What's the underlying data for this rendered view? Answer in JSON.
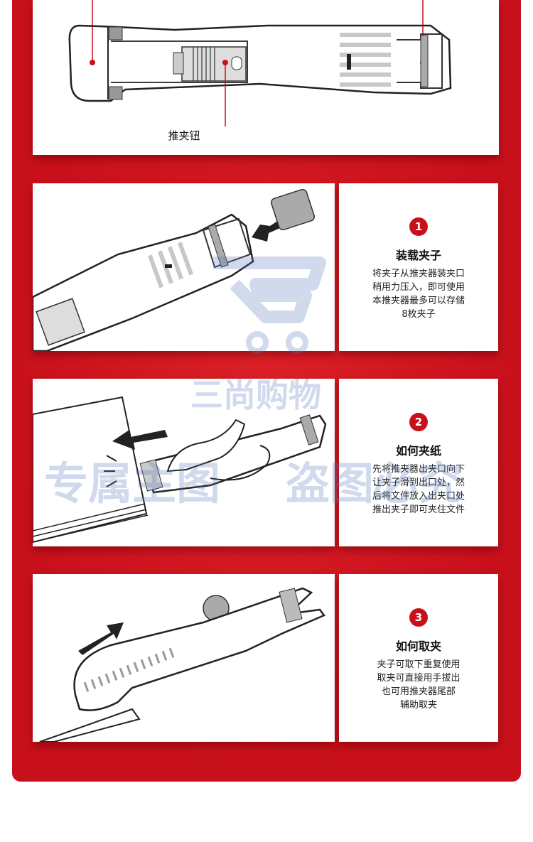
{
  "top_panel": {
    "button_label": "推夹钮"
  },
  "steps": [
    {
      "number": "1",
      "title": "装载夹子",
      "description": "将夹子从推夹器装夹口\n稍用力压入，即可使用\n本推夹器最多可以存储\n8枚夹子"
    },
    {
      "number": "2",
      "title": "如何夹纸",
      "description": "先将推夹器出夹口向下\n让夹子滑到出口处，然\n后将文件放入出夹口处\n推出夹子即可夹住文件"
    },
    {
      "number": "3",
      "title": "如何取夹",
      "description": "夹子可取下重复使用\n取夹可直接用手拔出\n也可用推夹器尾部\n辅助取夹"
    }
  ],
  "watermarks": {
    "brand": "三尚购物",
    "notice_left": "专属主图",
    "notice_right": "盗图必究"
  },
  "colors": {
    "frame_red": "#c8101b",
    "marker_red": "#c8101b",
    "panel_white": "#ffffff",
    "watermark_blue": "#5a78be"
  },
  "icons": [
    "cart-logo-icon",
    "arrow-icon",
    "clip-dispenser-illustration"
  ]
}
